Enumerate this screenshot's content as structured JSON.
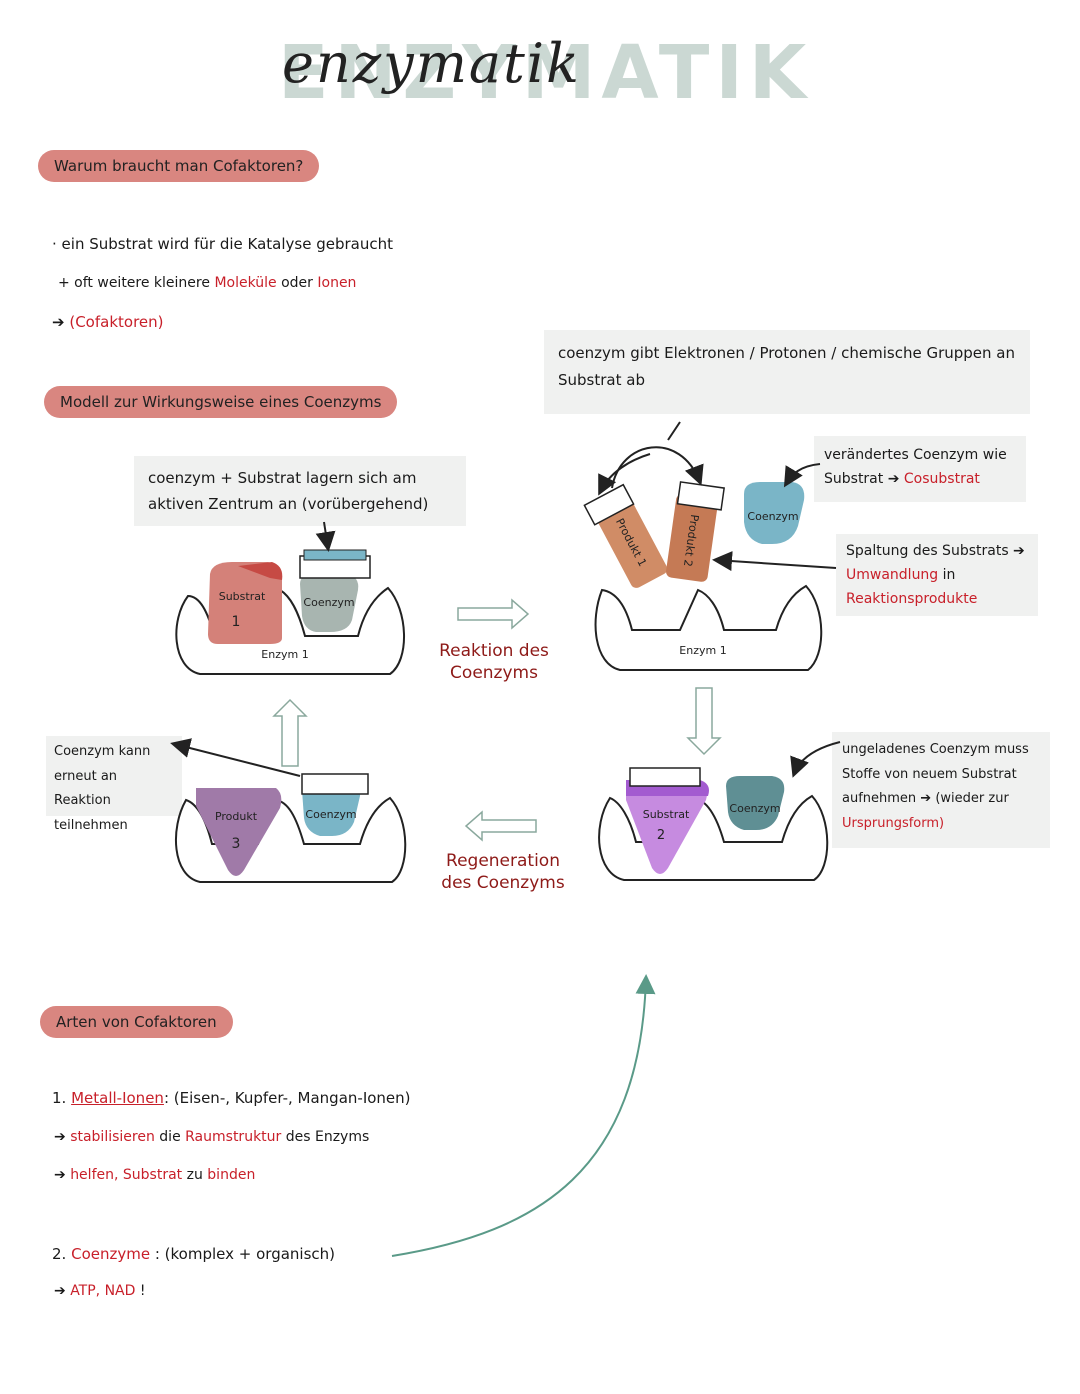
{
  "title": {
    "outline": "ENZYMATIK",
    "script": "enzymatik"
  },
  "section1": {
    "heading": "Warum braucht man Cofaktoren?",
    "line1": "ein Substrat wird für die Katalyse gebraucht",
    "line2_prefix": "+ oft weitere kleinere",
    "line2_molecules": "Moleküle",
    "line2_or": "oder",
    "line2_ions": "Ionen",
    "line3": "(Cofaktoren)"
  },
  "section2": {
    "heading": "Modell zur Wirkungsweise eines Coenzyms"
  },
  "boxes": {
    "top_right": "coenzym gibt Elektronen / Protonen / chemische Gruppen an Substrat ab",
    "bind": "coenzym + Substrat lagern sich am aktiven Zentrum an (vorübergehend)",
    "changed_1": "verändertes Coenzym wie Substrat",
    "changed_2": "Cosubstrat",
    "split_1": "Spaltung des Substrats",
    "split_2": "Umwandlung",
    "split_3": "in",
    "split_4": "Reaktionsprodukte",
    "uncharged_1": "ungeladenes Coenzym muss Stoffe von neuem Substrat aufnehmen",
    "uncharged_2": "(wieder zur",
    "uncharged_3": "Ursprungsform)",
    "reuse": "Coenzym kann erneut an Reaktion teilnehmen"
  },
  "diagram": {
    "substrat1": "Substrat",
    "substrat1_num": "1",
    "coenzym": "Coenzym",
    "enzym1": "Enzym 1",
    "produkt1": "Produkt 1",
    "produkt2": "Produkt 2",
    "substrat2": "Substrat",
    "substrat2_num": "2",
    "produkt3": "Produkt",
    "produkt3_num": "3",
    "reaction_label": "Reaktion des Coenzyms",
    "regeneration_label": "Regeneration des Coenzyms"
  },
  "section3": {
    "heading": "Arten von Cofaktoren",
    "item1_num": "1.",
    "item1_label": "Metall-Ionen",
    "item1_desc": "(Eisen-, Kupfer-, Mangan-Ionen)",
    "item1_b1_a": "stabilisieren",
    "item1_b1_b": "die",
    "item1_b1_c": "Raumstruktur",
    "item1_b1_d": "des Enzyms",
    "item1_b2_a": "helfen,",
    "item1_b2_b": "Substrat",
    "item1_b2_c": "zu",
    "item1_b2_d": "binden",
    "item2_num": "2.",
    "item2_label": "Coenzyme",
    "item2_desc": ": (komplex + organisch)",
    "item2_b1": "ATP, NAD",
    "item2_b1_end": "!"
  },
  "colors": {
    "pill": "#d98680",
    "title_fill": "#cbd8d3",
    "red": "#c8202a",
    "substrat1": "#d48179",
    "produkt_orange": "#d08c66",
    "substrat2": "#c68be0",
    "produkt3": "#a07aa8",
    "coenzym_grey": "#a8b5b0",
    "coenzym_teal": "#7ab5c7"
  }
}
